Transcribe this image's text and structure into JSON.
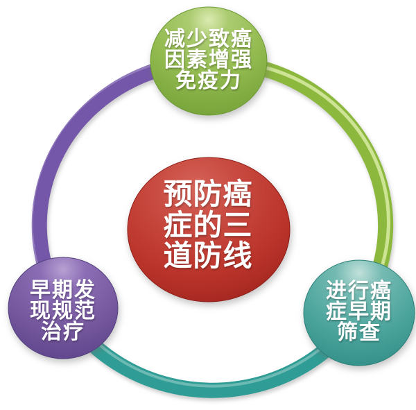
{
  "diagram": {
    "title": "预防癌症的三道防线",
    "background_color": "#ffffff",
    "text_color": "#ffffff",
    "center_node": {
      "label": "预防癌症的三道防线",
      "lines": [
        "预防癌",
        "症的三",
        "道防线"
      ],
      "color": "#bd352c"
    },
    "top_node": {
      "label": "减少致癌因素增强免疫力",
      "lines": [
        "减少致癌",
        "因素增强",
        "免疫力"
      ],
      "color": "#8cb83e"
    },
    "left_node": {
      "label": "早期发现规范治疗",
      "lines": [
        "早期发",
        "现规范",
        "治疗"
      ],
      "color": "#7457a9"
    },
    "right_node": {
      "label": "进行癌症早期筛查",
      "lines": [
        "进行癌",
        "症早期",
        "筛查"
      ],
      "color": "#2f9d95"
    },
    "ring": {
      "purple_arc_color": "#7457a9",
      "green_arc_color": "#8cb83e",
      "teal_arc_color": "#2f9d95",
      "green_highlight_color": "#d7eba2"
    }
  }
}
